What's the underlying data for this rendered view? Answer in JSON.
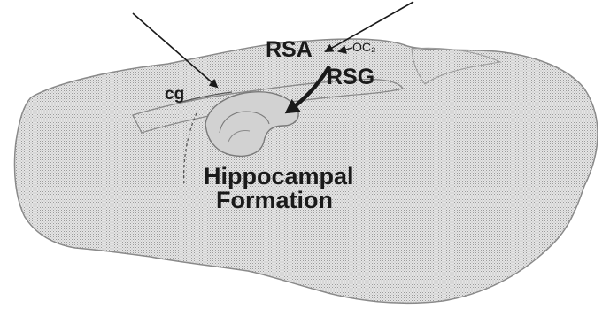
{
  "labels": {
    "rsa": "RSA",
    "oc2": "OC₂",
    "rsg": "RSG",
    "cg": "cg",
    "hippocampal_line1": "Hippocampal",
    "hippocampal_line2": "Formation"
  },
  "colors": {
    "tissue_fill": "#dcdcdc",
    "outline": "#8a8a8a",
    "ink": "#1a1a1a",
    "background": "#ffffff"
  }
}
